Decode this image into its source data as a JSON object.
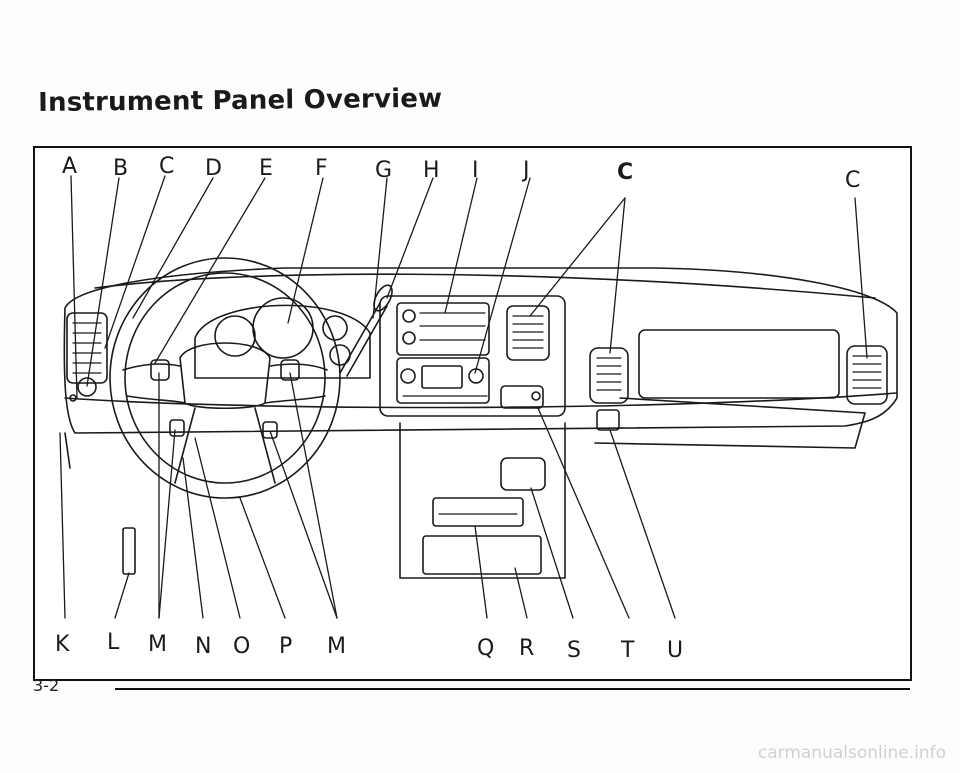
{
  "page": {
    "title": "Instrument Panel Overview",
    "page_number": "3-2",
    "watermark": "carmanualsonline.info"
  },
  "figure": {
    "callouts_top": [
      "A",
      "B",
      "C",
      "D",
      "E",
      "F",
      "G",
      "H",
      "I",
      "J",
      "C",
      "C"
    ],
    "callouts_bottom": [
      "K",
      "L",
      "M",
      "N",
      "O",
      "P",
      "M",
      "Q",
      "R",
      "S",
      "T",
      "U"
    ]
  },
  "colors": {
    "ink": "#1a1a1a",
    "paper": "#ffffff"
  }
}
